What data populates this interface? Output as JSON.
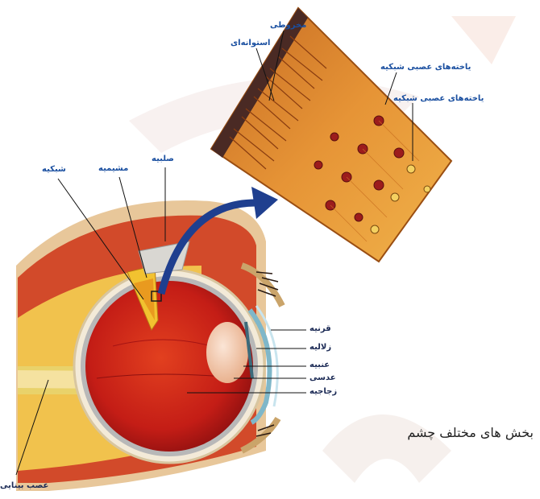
{
  "caption": "بخش های مختلف چشم",
  "labels": {
    "cone": "مخروطی",
    "rod": "استوانه‌ای",
    "ganglion_1": "یاخته‌های عصبی شبکیه",
    "ganglion_2": "یاخته‌های عصبی شبکیه",
    "sclera": "صلبیه",
    "choroid": "مشیمیه",
    "retina": "شبکیه",
    "cornea": "قرنیه",
    "aqueous": "زلالیه",
    "iris": "عنبیه",
    "lens": "عدسی",
    "vitreous": "زجاجیه",
    "optic_nerve": "عصب بینایی"
  },
  "colors": {
    "label_text": "#1a4fa0",
    "arrow": "#1f3f8f",
    "eyeball": "#c8201a",
    "retina_tissue": "#e08a2a",
    "watermark": "#f3e3dc"
  }
}
